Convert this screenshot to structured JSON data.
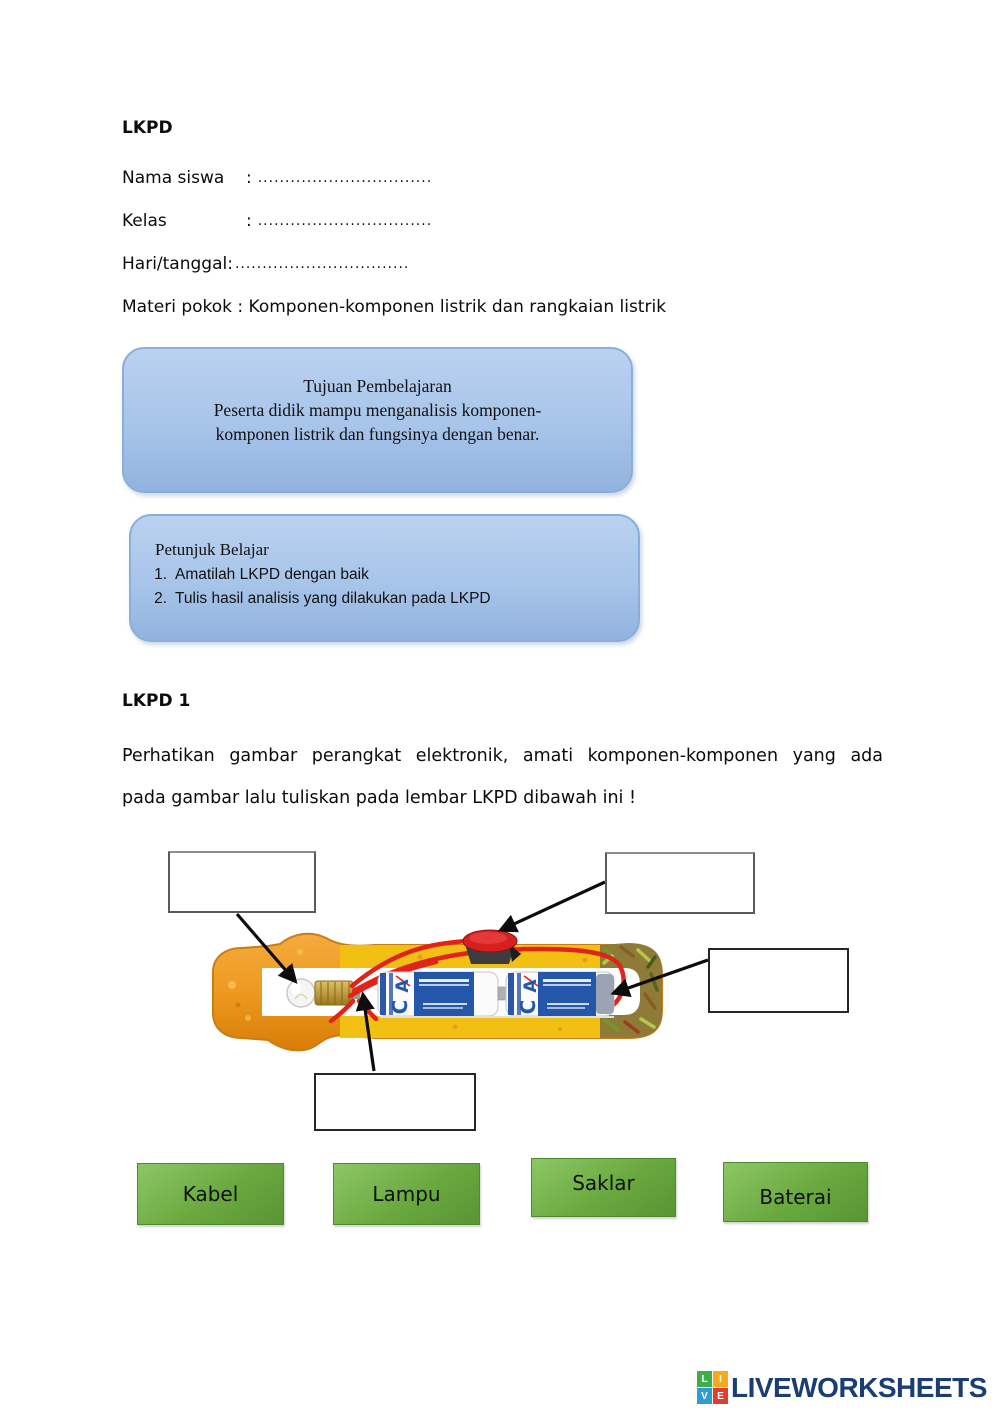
{
  "header": {
    "title": "LKPD",
    "fields": [
      {
        "label": "Nama siswa",
        "colon": ":",
        "dots": "................................"
      },
      {
        "label": "Kelas",
        "colon": ":",
        "dots": "................................"
      },
      {
        "label": "Hari/tanggal:",
        "colon": "",
        "dots": "................................"
      }
    ],
    "topic_line": "Materi pokok : Komponen-komponen listrik dan rangkaian listrik"
  },
  "objective_box": {
    "title": "Tujuan Pembelajaran",
    "line1": "Peserta didik mampu menganalisis komponen-",
    "line2": "komponen listrik dan fungsinya dengan benar."
  },
  "instructions_box": {
    "title": "Petunjuk Belajar",
    "items": [
      {
        "num": "1.",
        "text": "Amatilah LKPD dengan baik"
      },
      {
        "num": "2.",
        "text": "Tulis hasil analisis yang dilakukan pada LKPD"
      }
    ]
  },
  "section": {
    "title": "LKPD 1",
    "instruction_line1": "Perhatikan gambar perangkat elektronik, amati komponen-komponen yang ada",
    "instruction_line2": "pada gambar lalu tuliskan pada lembar LKPD dibawah ini !"
  },
  "figure": {
    "answer_boxes": [
      {
        "id": "top-left",
        "value": ""
      },
      {
        "id": "top-right",
        "value": ""
      },
      {
        "id": "right",
        "value": ""
      },
      {
        "id": "bottom",
        "value": ""
      }
    ],
    "battery_letters": {
      "a": "A",
      "c": "C"
    }
  },
  "word_bank": {
    "tiles": [
      {
        "label": "Kabel"
      },
      {
        "label": "Lampu"
      },
      {
        "label": "Saklar"
      },
      {
        "label": "Baterai"
      }
    ]
  },
  "footer": {
    "brand": "LIVEWORKSHEETS",
    "logo_letters": [
      "L",
      "I",
      "V",
      "E"
    ]
  },
  "colors": {
    "box_blue": "#a7c4e9",
    "tile_green": "#6aa93f",
    "wire_red": "#e2231a",
    "bottle_orange": "#ed9a1f",
    "band_yellow": "#f2c013",
    "logo_navy": "#1a3e73"
  }
}
